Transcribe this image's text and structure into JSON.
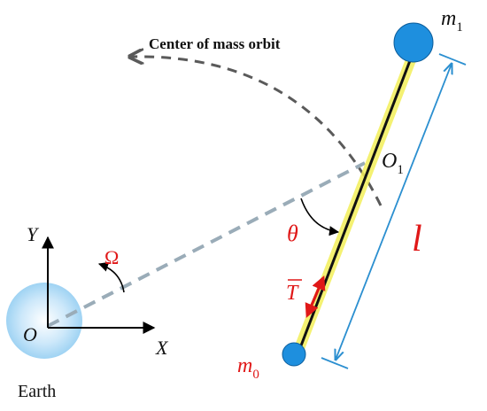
{
  "labels": {
    "orbit": "Center of mass orbit",
    "m1": "m",
    "m1_sub": "1",
    "m0": "m",
    "m0_sub": "0",
    "o1": "O",
    "o1_sub": "1",
    "theta": "θ",
    "length": "l",
    "tension": "T",
    "omega": "Ω",
    "origin": "O",
    "x_axis": "X",
    "y_axis": "Y",
    "earth": "Earth"
  },
  "colors": {
    "earth": "#9fd3f3",
    "mass": "#1e8fde",
    "tether": "#111111",
    "glow": "#f3ef5a",
    "dimension": "#2b8fd0",
    "dashed": "#5a5a5a",
    "radius_dashed": "#9aacb8",
    "red": "#e01818"
  }
}
